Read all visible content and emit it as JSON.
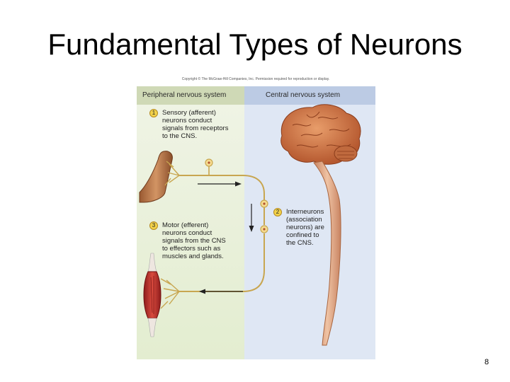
{
  "slide": {
    "title": "Fundamental Types of Neurons",
    "page_number": "8"
  },
  "figure": {
    "copyright": "Copyright © The McGraw-Hill Companies, Inc. Permission required for reproduction or display.",
    "header_pns": "Peripheral nervous system",
    "header_cns": "Central nervous system",
    "sensory": {
      "number": "1",
      "text": "Sensory (afferent)\nneurons conduct\nsignals from receptors\nto the CNS."
    },
    "interneurons": {
      "number": "2",
      "text": "Interneurons\n(association\nneurons) are\nconfined to\nthe CNS."
    },
    "motor": {
      "number": "3",
      "text": "Motor (efferent)\nneurons conduct\nsignals from the CNS\nto effectors such as\nmuscles and glands."
    }
  }
}
